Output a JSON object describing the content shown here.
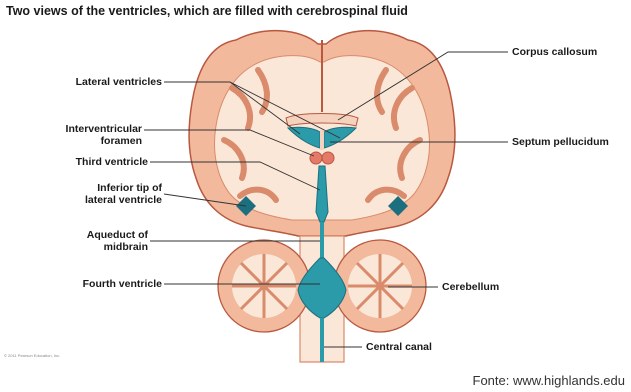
{
  "title": "Two views of the ventricles, which are  filled with cerebrospinal fluid",
  "labels": {
    "lateral_ventricles": "Lateral ventricles",
    "interventricular_foramen_1": "Interventricular",
    "interventricular_foramen_2": "foramen",
    "third_ventricle": "Third ventricle",
    "inferior_tip_1": "Inferior tip of",
    "inferior_tip_2": "lateral ventricle",
    "aqueduct_1": "Aqueduct of",
    "aqueduct_2": "midbrain",
    "fourth_ventricle": "Fourth ventricle",
    "corpus_callosum": "Corpus callosum",
    "septum_pellucidum": "Septum pellucidum",
    "cerebellum": "Cerebellum",
    "central_canal": "Central canal"
  },
  "copyright": "© 2011 Pearson Education, Inc.",
  "source": "Fonte: www.highlands.edu",
  "colors": {
    "cortex": "#f2b99c",
    "white_matter": "#fbe7d8",
    "ventricle": "#2b9aa9",
    "ventricle_dark": "#1c6f7e",
    "outline": "#b9583f"
  }
}
